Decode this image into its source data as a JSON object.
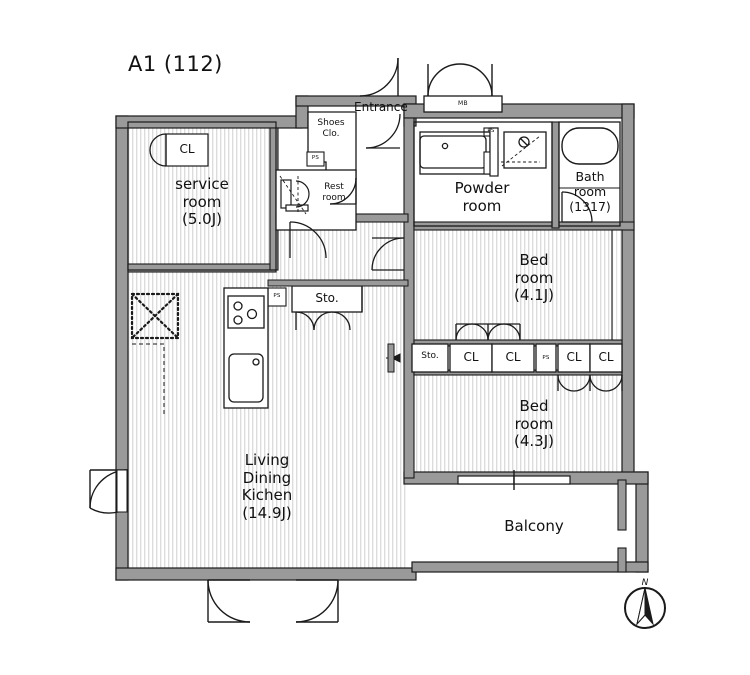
{
  "plan": {
    "title": "A1 (112)",
    "unit_code": "A1",
    "unit_number": "(112)"
  },
  "colors": {
    "wall_fill": "#9a9a9a",
    "wall_stroke": "#1a1a1a",
    "floor_hatch": "#d9d9d9",
    "floor_fill": "#ffffff",
    "text": "#111111",
    "fixture_stroke": "#1a1a1a"
  },
  "rooms": [
    {
      "id": "service-room",
      "name": "service\nroom\n(5.0J)",
      "label": "service room",
      "area": "5.0J"
    },
    {
      "id": "living-dining-kitchen",
      "name": "Living\nDining\nKichen\n(14.9J)",
      "label": "Living Dining Kichen",
      "area": "14.9J"
    },
    {
      "id": "bedroom-1",
      "name": "Bed\nroom\n(4.1J)",
      "label": "Bed room",
      "area": "4.1J"
    },
    {
      "id": "bedroom-2",
      "name": "Bed\nroom\n(4.3J)",
      "label": "Bed room",
      "area": "4.3J"
    },
    {
      "id": "powder-room",
      "name": "Powder\nroom",
      "label": "Powder room",
      "area": ""
    },
    {
      "id": "bath-room",
      "name": "Bath\nroom\n(1317)",
      "label": "Bath room",
      "area": "1317"
    },
    {
      "id": "rest-room",
      "name": "Rest\nroom",
      "label": "Rest room",
      "area": ""
    },
    {
      "id": "entrance",
      "name": "Entrance",
      "label": "Entrance",
      "area": ""
    },
    {
      "id": "shoes-closet",
      "name": "Shoes\nClo.",
      "label": "Shoes Clo.",
      "area": ""
    },
    {
      "id": "balcony",
      "name": "Balcony",
      "label": "Balcony",
      "area": ""
    }
  ],
  "tags": {
    "closet": "CL",
    "storage": "Sto.",
    "pipe_shaft": "PS",
    "meter_box": "MB"
  },
  "closet_row": [
    {
      "label": "Sto."
    },
    {
      "label": "CL"
    },
    {
      "label": "CL"
    },
    {
      "label": "PS"
    },
    {
      "label": "CL"
    },
    {
      "label": "CL"
    }
  ],
  "fixtures": [
    {
      "name": "kitchen-stove",
      "burners": 3
    },
    {
      "name": "kitchen-sink"
    },
    {
      "name": "washer-space"
    },
    {
      "name": "vanity-sink"
    },
    {
      "name": "washing-machine"
    },
    {
      "name": "bathtub"
    },
    {
      "name": "toilet"
    }
  ],
  "compass": {
    "north_label": "N"
  }
}
